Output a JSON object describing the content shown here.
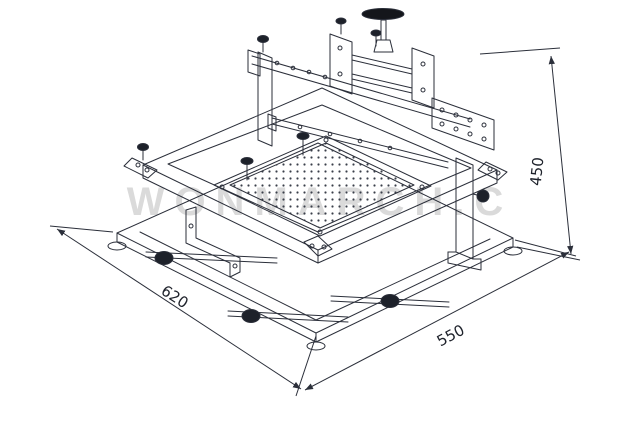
{
  "diagram": {
    "watermark": "WONMARCH.C",
    "dimensions": {
      "width": "620",
      "depth": "550",
      "height": "450"
    },
    "colors": {
      "background": "#ffffff",
      "line": "#2b2f3a",
      "dark_fill": "#1d212a",
      "watermark": "#dadada"
    }
  }
}
